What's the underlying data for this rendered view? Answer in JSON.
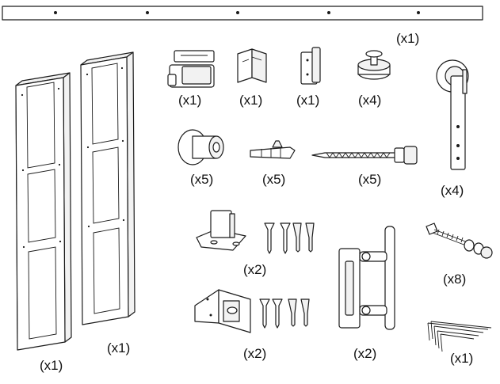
{
  "colors": {
    "line": "#1a1a1a",
    "background": "#ffffff",
    "shade": "#d9d9d9"
  },
  "labels": {
    "track": "(x1)",
    "stopper_a": "(x1)",
    "stopper_b": "(x1)",
    "stopper_c": "(x1)",
    "wheel_stop": "(x4)",
    "hanger": "(x4)",
    "spacer": "(x5)",
    "anchor": "(x5)",
    "lag_screw": "(x5)",
    "floor_guide": "(x2)",
    "floor_guide_alt": "(x2)",
    "handle": "(x2)",
    "bolt_set": "(x8)",
    "hex_keys": "(x1)",
    "door_left": "(x1)",
    "door_right": "(x1)"
  }
}
